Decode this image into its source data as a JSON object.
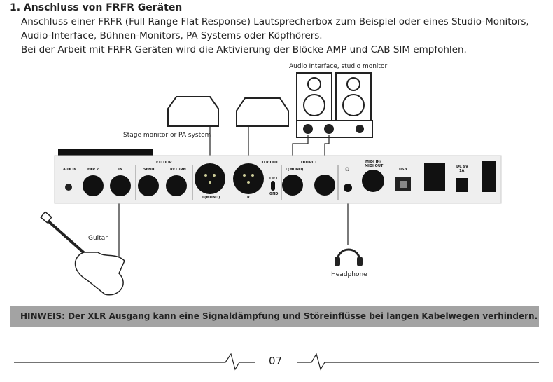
{
  "heading": "1. Anschluss von FRFR Geräten",
  "paragraph": [
    "Anschluss einer FRFR (Full Range Flat Response) Lautsprecherbox zum Beispiel oder eines Studio-Monitors,",
    "Audio-Interface, Bühnen-Monitors, PA Systems oder Köpfhörers.",
    "Bei der Arbeit mit FRFR Geräten wird die Aktivierung der Blöcke AMP und CAB SIM empfohlen."
  ],
  "diagram": {
    "audio_interface_label": "Audio Interface, studio monitor",
    "stage_monitor_label": "Stage monitor or PA system",
    "guitar_label": "Guitar",
    "headphone_label": "Headphone",
    "panel": {
      "aux_in": "AUX IN",
      "exp2": "EXP 2",
      "in": "IN",
      "fxloop": "FXLOOP",
      "send": "SEND",
      "return": "RETURN",
      "xlr_out": "XLR OUT",
      "l_mono": "L(MONO)",
      "r": "R",
      "lift": "LIFT",
      "gnd": "GND",
      "output": "OUTPUT",
      "out_l_mono": "L(MONO)",
      "midi": "MIDI IN/",
      "midi2": "MIDI OUT",
      "usb": "USB",
      "dc": "DC 9V",
      "dc2": "1A"
    }
  },
  "note": "HINWEIS: Der XLR Ausgang kann eine Signaldämpfung und Störeinflüsse bei langen Kabelwegen verhindern.",
  "page_number": "07"
}
